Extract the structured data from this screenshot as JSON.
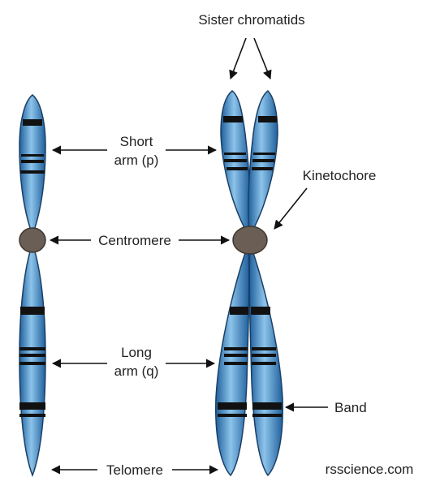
{
  "labels": {
    "sister_chromatids": "Sister chromatids",
    "short_arm_line1": "Short",
    "short_arm_line2": "arm (p)",
    "kinetochore": "Kinetochore",
    "centromere": "Centromere",
    "long_arm_line1": "Long",
    "long_arm_line2": "arm (q)",
    "band": "Band",
    "telomere": "Telomere"
  },
  "credit": "rsscience.com",
  "colors": {
    "chromatid_light": "#8cc3ea",
    "chromatid_dark": "#1f5f9c",
    "band": "#111111",
    "centromere": "#6b5f55",
    "arrow": "#111111"
  }
}
